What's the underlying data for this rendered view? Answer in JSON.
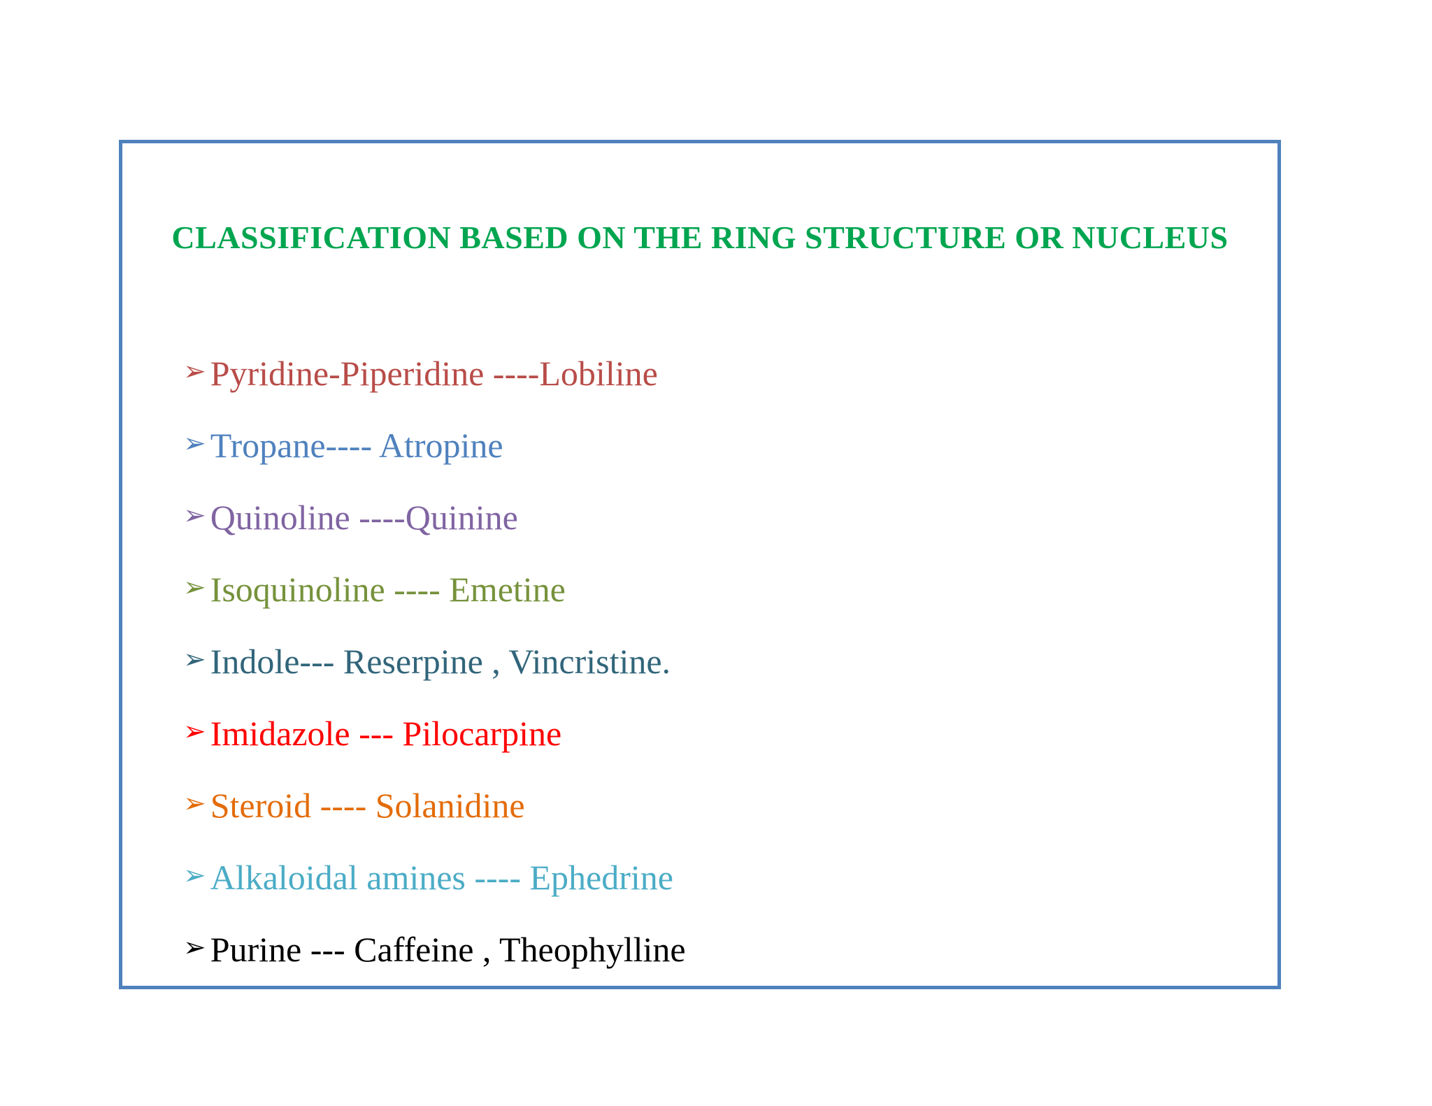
{
  "slide": {
    "title": "CLASSIFICATION BASED ON THE RING STRUCTURE OR NUCLEUS",
    "title_color": "#00a550",
    "border_color": "#4f81bd",
    "background_color": "#ffffff",
    "bullet_char": "➢",
    "items": [
      {
        "text": "Pyridine-Piperidine ----Lobiline",
        "color": "#b84c48"
      },
      {
        "text": "Tropane---- Atropine",
        "color": "#4f81bd"
      },
      {
        "text": "Quinoline ----Quinine",
        "color": "#8064a2"
      },
      {
        "text": "Isoquinoline ---- Emetine",
        "color": "#76923c"
      },
      {
        "text": "Indole--- Reserpine , Vincristine.",
        "color": "#31657a"
      },
      {
        "text": "Imidazole --- Pilocarpine",
        "color": "#ff0000"
      },
      {
        "text": "Steroid ---- Solanidine",
        "color": "#e36c0a"
      },
      {
        "text": "Alkaloidal amines ---- Ephedrine",
        "color": "#4bacc6"
      },
      {
        "text": "Purine --- Caffeine , Theophylline",
        "color": "#000000"
      }
    ]
  }
}
